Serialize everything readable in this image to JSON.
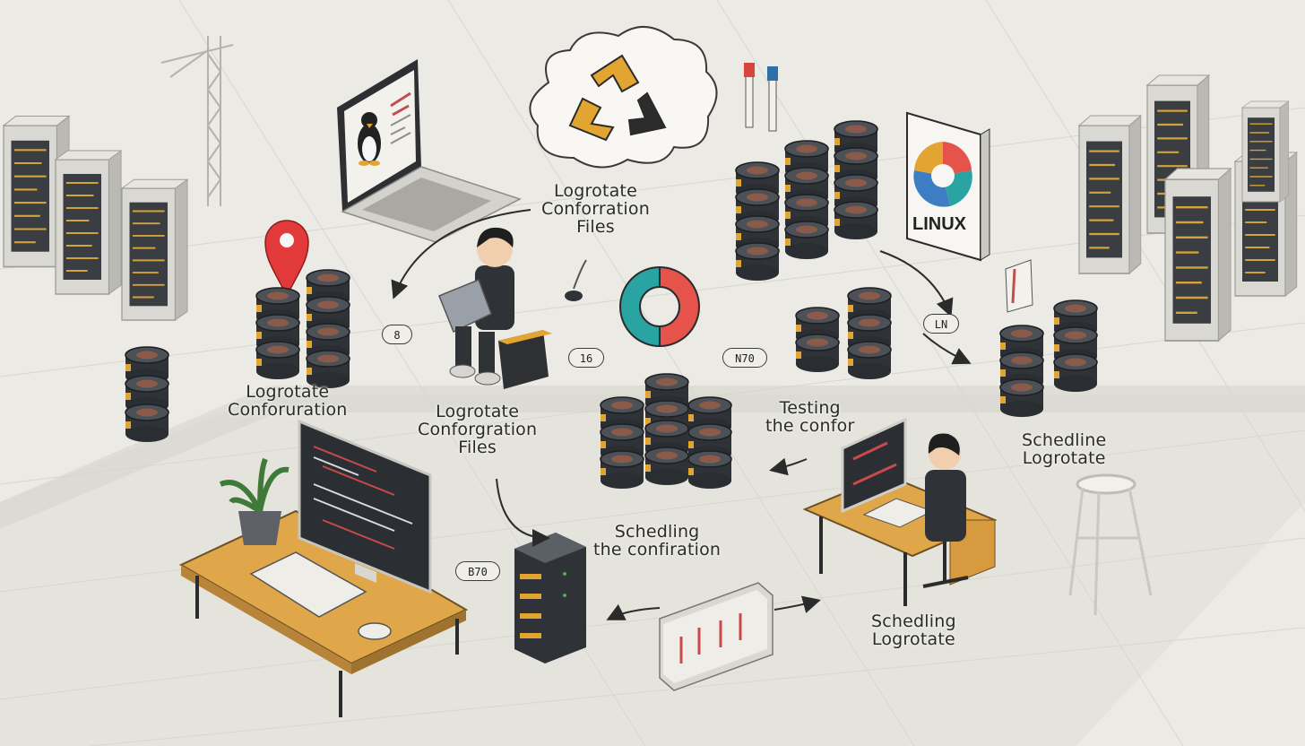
{
  "labels": {
    "top_files": [
      "Logrotate",
      "Conforration",
      "Files"
    ],
    "left_config": [
      "Logrotate",
      "Conforuration"
    ],
    "center_files": [
      "Logrotate",
      "Conforgration",
      "Files"
    ],
    "testing": [
      "Testing",
      "the confor"
    ],
    "scheduling_conf": [
      "Schedling",
      "the confiration"
    ],
    "schedline": [
      "Schedline",
      "Logrotate"
    ],
    "scheduling_logrotate": [
      "Schedling",
      "Logrotate"
    ]
  },
  "badges": {
    "b_left": "8",
    "b_mid": "16",
    "b_right": "N70",
    "b_top_right": "LN",
    "b_bottom": "B70"
  },
  "screen_texts": {
    "linux_logo": "LINUX"
  },
  "colors": {
    "floor": "#ecebe5",
    "accent_yellow": "#e3a531",
    "server_dark": "#2f3237",
    "pin_red": "#e23a3a",
    "ring_teal": "#2aa3a3",
    "ring_red": "#e5534b",
    "desk": "#e0a64a"
  },
  "icons": [
    "recycle-icon",
    "location-pin-icon",
    "penguin-icon",
    "linux-chart-icon",
    "ring-icon",
    "plant-icon",
    "tower-crane-icon",
    "stool-icon"
  ]
}
